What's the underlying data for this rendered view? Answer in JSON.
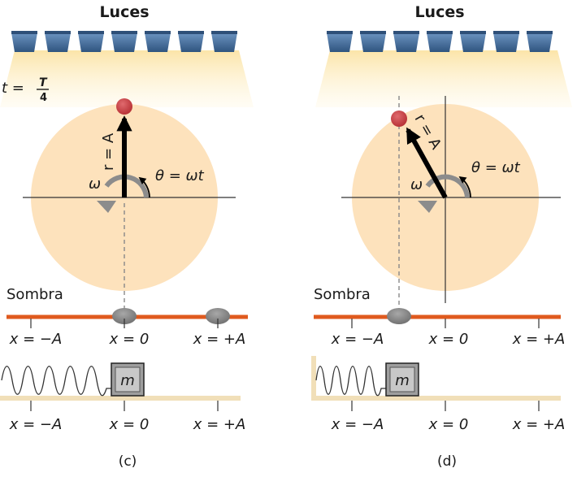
{
  "panels": [
    {
      "id": "c",
      "lights_label": "Luces",
      "shadow_label": "Sombra",
      "time_label_prefix": "t =",
      "time_fraction_num": "T",
      "time_fraction_den": "4",
      "radius_label": "r = A",
      "angle_label": "θ = ωt",
      "omega_label": "ω",
      "mass_label": "m",
      "axis_labels": [
        "x = −A",
        "x = 0",
        "x = +A"
      ],
      "caption": "(c)"
    },
    {
      "id": "d",
      "lights_label": "Luces",
      "shadow_label": "Sombra",
      "radius_label": "r = A",
      "angle_label": "θ = ωt",
      "omega_label": "ω",
      "mass_label": "m",
      "axis_labels": [
        "x = −A",
        "x = 0",
        "x = +A"
      ],
      "caption": "(d)"
    }
  ],
  "colors": {
    "lamp": "#4f79a8",
    "lamp_dark": "#2e4f78",
    "light_beam": "#fbe7b0",
    "circle": "#fde2bc",
    "point": "#c9393e",
    "shadow_line": "#e05a1e",
    "shadow_blob": "#888888",
    "omega_arrow": "#8c8c8c",
    "floor": "#f1dfb8"
  }
}
